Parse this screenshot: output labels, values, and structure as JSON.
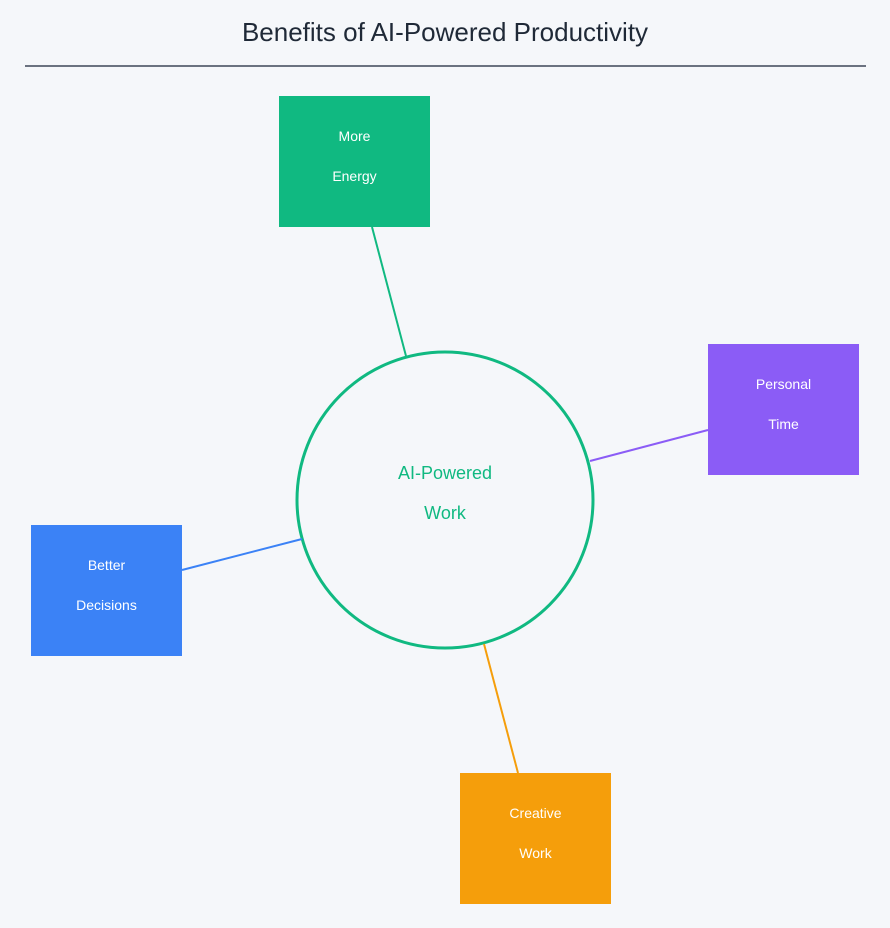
{
  "title": "Benefits of AI-Powered Productivity",
  "hub": {
    "line1": "AI-Powered",
    "line2": "Work",
    "color": "#10b981"
  },
  "nodes": [
    {
      "id": "more-energy",
      "line1": "More",
      "line2": "Energy",
      "color": "#10b981"
    },
    {
      "id": "personal-time",
      "line1": "Personal",
      "line2": "Time",
      "color": "#8b5cf6"
    },
    {
      "id": "better-decisions",
      "line1": "Better",
      "line2": "Decisions",
      "color": "#3b82f6"
    },
    {
      "id": "creative-work",
      "line1": "Creative",
      "line2": "Work",
      "color": "#f59e0b"
    }
  ],
  "background": "#f5f7fa"
}
